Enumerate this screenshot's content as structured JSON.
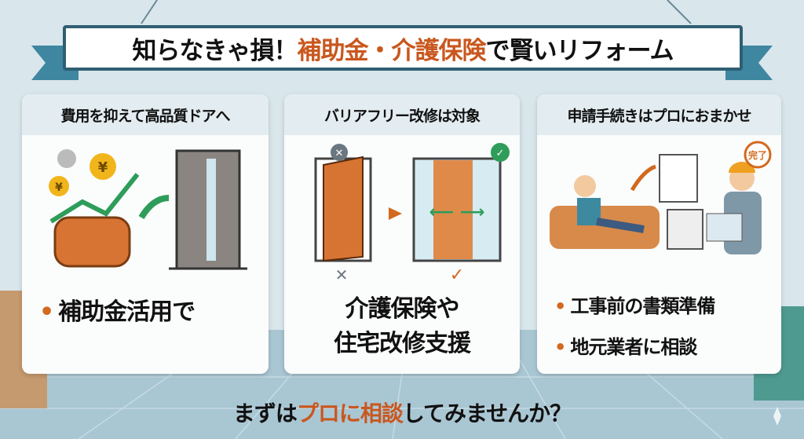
{
  "title": {
    "part1": "知らなきゃ損！",
    "highlight": "補助金・介護保険",
    "part2": "で賢いリフォーム"
  },
  "cards": [
    {
      "heading": "費用を抑えて高品質ドアへ",
      "bullets": [
        "補助金活用で"
      ],
      "icons": [
        "yen-coin",
        "wallet",
        "growth-arrow",
        "sliding-door"
      ]
    },
    {
      "heading": "バリアフリー改修は対象",
      "body_lines": [
        "介護保険や",
        "住宅改修支援"
      ],
      "icons": [
        "hinged-door-cross",
        "sliding-door-check"
      ]
    },
    {
      "heading": "申請手続きはプロにおまかせ",
      "bullets": [
        "工事前の書類準備",
        "地元業者に相談"
      ],
      "stamp": "完了",
      "icons": [
        "relaxing-person",
        "documents",
        "worker"
      ]
    }
  ],
  "footer": {
    "part1": "まずは",
    "highlight": "プロに相談",
    "part2": "してみませんか？"
  },
  "colors": {
    "accent": "#c9571e",
    "banner_border": "#2f5f73",
    "ribbon": "#3f86a0",
    "check": "#2e9d5a"
  }
}
